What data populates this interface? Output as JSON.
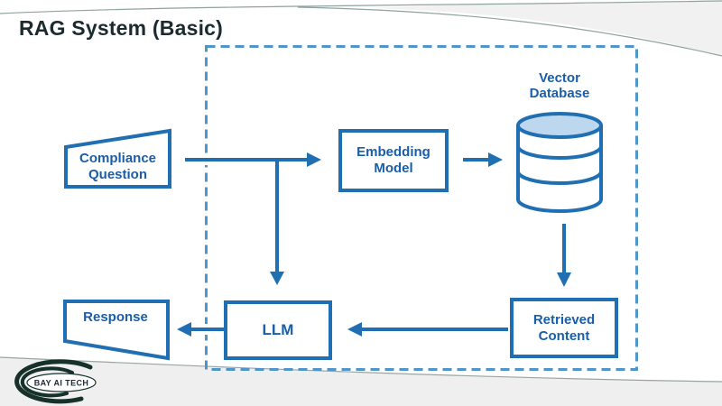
{
  "title": "RAG System (Basic)",
  "nodes": {
    "compliance_question": {
      "line1": "Compliance",
      "line2": "Question"
    },
    "embedding_model": {
      "line1": "Embedding",
      "line2": "Model"
    },
    "vector_database": {
      "line1": "Vector",
      "line2": "Database"
    },
    "retrieved_content": {
      "line1": "Retrieved",
      "line2": "Content"
    },
    "llm": {
      "label": "LLM"
    },
    "response": {
      "label": "Response"
    }
  },
  "footer": {
    "logo_text": "BAY AI TECH"
  },
  "colors": {
    "node_border": "#1f6fb2",
    "node_text": "#1a5ea8",
    "arrow": "#1f6fb2",
    "dashed_boundary": "#4e96c8",
    "cylinder_top_fill": "#bdd7ee",
    "title_text": "#1b2b2e",
    "decor_gray_fill": "#f1f1f1",
    "decor_line": "#8fa3a0",
    "logo_green": "#163129"
  },
  "diagram": {
    "type": "flowchart",
    "flow": [
      "Compliance Question -> Embedding Model",
      "Compliance Question -> LLM",
      "Embedding Model -> Vector Database",
      "Vector Database -> Retrieved Content",
      "Retrieved Content -> LLM",
      "LLM -> Response"
    ]
  }
}
